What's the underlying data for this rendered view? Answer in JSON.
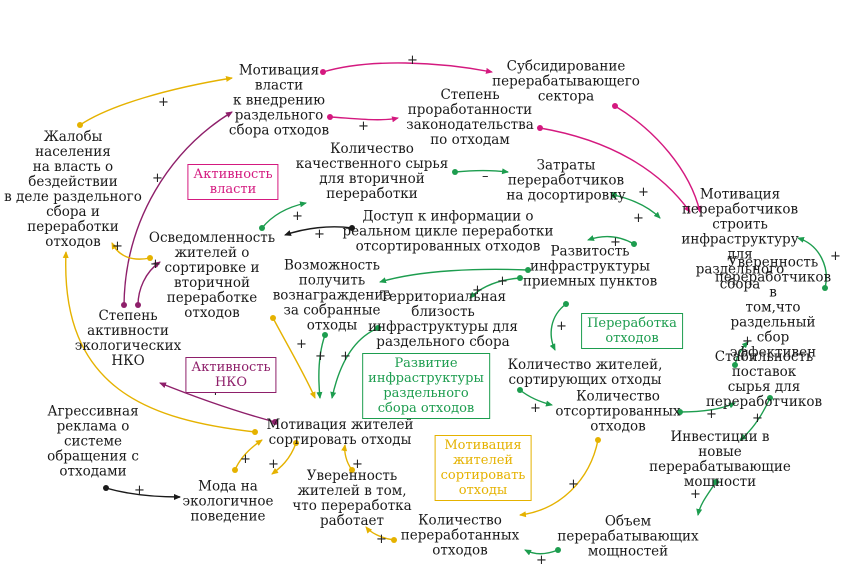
{
  "colors": {
    "pink": "#d4197f",
    "purple": "#8e1f6a",
    "green": "#1d9d4f",
    "yellow": "#e5b200",
    "black": "#1a1a1a"
  },
  "nodes": {
    "motivation_authority": "Мотивация\nвласти\nк внедрению\nраздельного\nсбора отходов",
    "subsidizing": "Субсидирование\nперерабатывающего\nсектора",
    "legislation": "Степень\nпроработанности\nзаконодательства\nпо отходам",
    "complaints": "Жалобы\nнаселения\nна власть о\nбездействии\nв деле раздельного\nсбора и\nпереработки\nотходов",
    "raw_quality": "Количество\nкачественного сырья\nдля вторичной\nпереработки",
    "sorting_costs": "Затраты\nпереработчиков\nна досортировку",
    "info_access": "Доступ к информации о\nреальном цикле переработки\nотсортированных отходов",
    "processor_motivation": "Мотивация\nпереработчиков строить\nинфраструктуру для\nраздельного сбора",
    "awareness": "Осведомленность\nжителей о\nсортировке и\nвторичной\nпереработке\nотходов",
    "reception_infra": "Развитость\nинфраструктуры\nприемных пунктов",
    "reward": "Возможность\nполучить\nвознаграждение\nза собранные\nотходы",
    "proximity": "Территориальная\nблизость\nинфраструктуры для\nраздельного сбора",
    "processor_confidence": "Уверенность\nпереработчиков в\nтом,что раздельный\nсбор эффективен",
    "ngo_activity": "Степень\nактивности\nэкологических\nНКО",
    "sorting_residents": "Количество жителей,\nсортирующих отходы",
    "sorted_waste": "Количество\nотсортированных\nотходов",
    "supply_stability": "Стабильность поставок\nсырья для переработчиков",
    "ads": "Агрессивная\nреклама о\nсистеме\nобращения с\nотходами",
    "resident_motivation": "Мотивация жителей\nсортировать отходы",
    "investment": "Инвестиции в новые\nперерабатывающие мощности",
    "eco_fashion": "Мода на\nэкологичное\nповедение",
    "resident_confidence": "Уверенность\nжителей в том,\nчто переработка\nработает",
    "processed_waste": "Количество\nпереработанных\nотходов",
    "capacity": "Объем\nперерабатывающих\nмощностей"
  },
  "loop_labels": {
    "authority_activity": "Активность\nвласти",
    "ngo_activity": "Активность\nНКО",
    "processing": "Переработка\nотходов",
    "infra_development": "Развитие\nинфраструктуры\nраздельного\nсбора отходов",
    "resident_motivation": "Мотивация\nжителей\nсортировать\nотходы"
  },
  "signs": {
    "plus": "+",
    "minus": "–"
  }
}
